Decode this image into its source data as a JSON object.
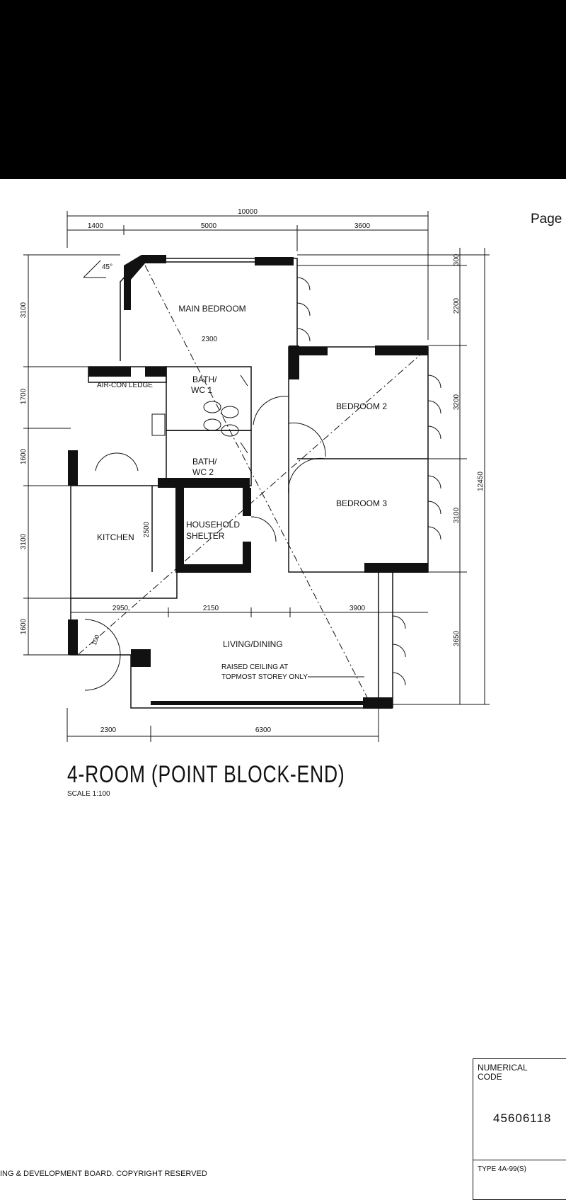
{
  "header": {
    "page_label": "Page"
  },
  "dimensions": {
    "top_total": "10000",
    "top": [
      "1400",
      "5000",
      "3600"
    ],
    "left": [
      "3100",
      "1700",
      "1600",
      "3100",
      "1600"
    ],
    "right": [
      "300",
      "2200",
      "3200",
      "3100",
      "3650"
    ],
    "right_total": "12450",
    "bottom": [
      "2300",
      "6300"
    ],
    "inner": {
      "bath_width": "2300",
      "kitchen_height": "2500",
      "kitchen_width": "2950",
      "shelter_width": "2150",
      "bedroom3_width": "3900",
      "angle": "45°",
      "door_size": "100"
    }
  },
  "rooms": {
    "main_bedroom": "MAIN BEDROOM",
    "bedroom_2": "BEDROOM 2",
    "bedroom_3": "BEDROOM 3",
    "aircon_ledge": "AIR-CON LEDGE",
    "bath_wc1_line1": "BATH/",
    "bath_wc1_line2": "WC 1",
    "bath_wc2_line1": "BATH/",
    "bath_wc2_line2": "WC 2",
    "kitchen": "KITCHEN",
    "shelter_line1": "HOUSEHOLD",
    "shelter_line2": "SHELTER",
    "living": "LIVING/DINING",
    "note_line1": "RAISED CEILING AT",
    "note_line2": "TOPMOST STOREY ONLY"
  },
  "title": {
    "name": "4-ROOM (POINT BLOCK-END)",
    "scale": "SCALE   1:100"
  },
  "titleblock": {
    "numerical_code_label": "NUMERICAL CODE",
    "numerical_code": "45606118",
    "type_label": "TYPE     4A-99(S)"
  },
  "footer": {
    "copyright": "ING & DEVELOPMENT BOARD. COPYRIGHT RESERVED"
  }
}
